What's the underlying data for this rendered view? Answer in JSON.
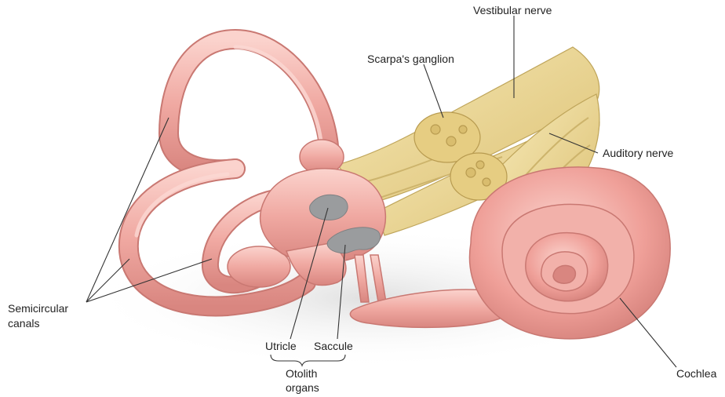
{
  "labels": {
    "vestibular_nerve": "Vestibular nerve",
    "scarpas_ganglion": "Scarpa's ganglion",
    "auditory_nerve": "Auditory nerve",
    "semicircular_canals_line1": "Semicircular",
    "semicircular_canals_line2": "canals",
    "utricle": "Utricle",
    "saccule": "Saccule",
    "otolith_organs_line1": "Otolith",
    "otolith_organs_line2": "organs",
    "cochlea": "Cochlea"
  },
  "colors": {
    "labyrinth": "#f0aaa4",
    "labyrinth_edge": "#c97872",
    "labyrinth_highlight": "#fbd8d3",
    "nerve": "#e9d58f",
    "nerve_edge": "#bfa55a",
    "otolith": "#9a9c9e",
    "leader_line": "#333333"
  }
}
